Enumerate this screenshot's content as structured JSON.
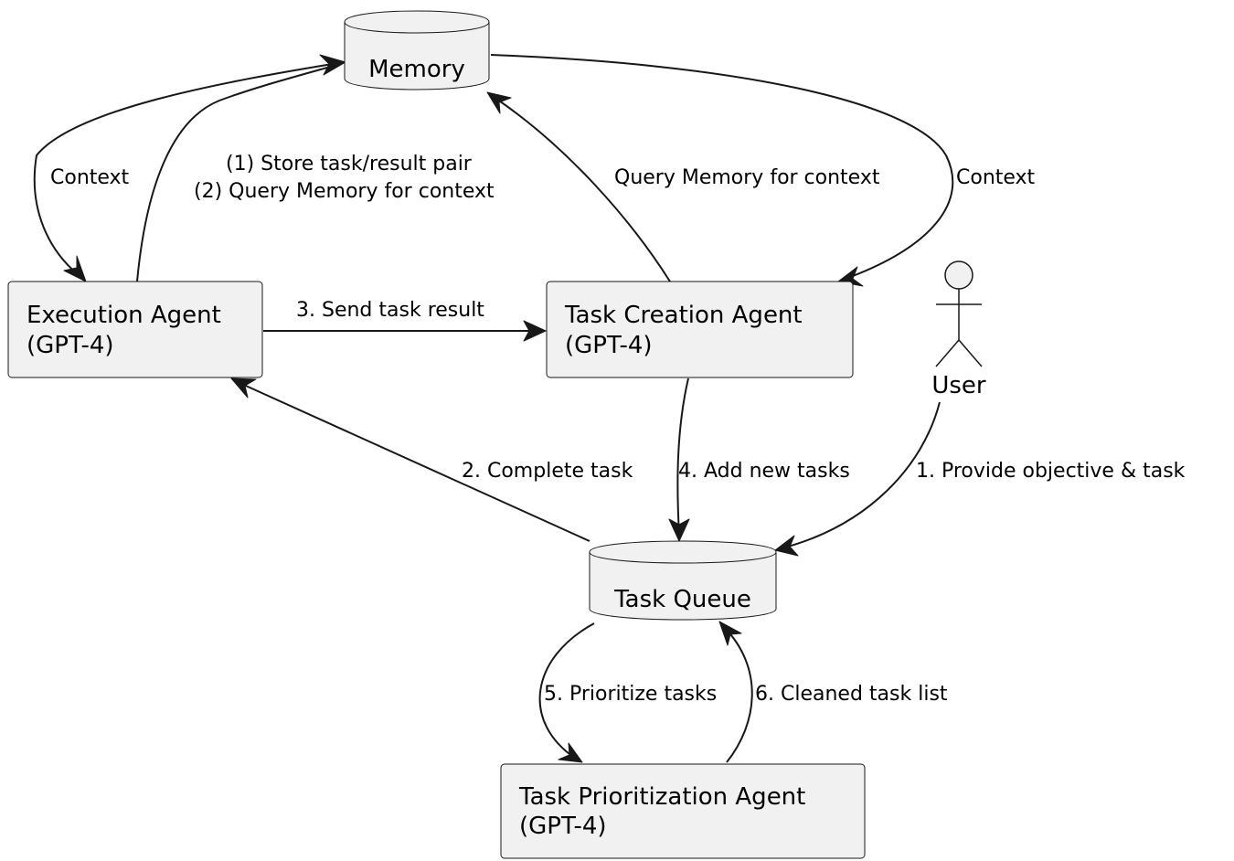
{
  "nodes": {
    "memory": {
      "label": "Memory"
    },
    "execution_agent": {
      "line1": "Execution Agent",
      "line2": "(GPT-4)"
    },
    "task_creation_agent": {
      "line1": "Task Creation Agent",
      "line2": "(GPT-4)"
    },
    "user": {
      "label": "User"
    },
    "task_queue": {
      "label": "Task Queue"
    },
    "task_prioritization_agent": {
      "line1": "Task Prioritization Agent",
      "line2": "(GPT-4)"
    }
  },
  "edges": {
    "memory_to_execution": {
      "label": "Context"
    },
    "execution_to_memory": {
      "line1": "(1) Store task/result pair",
      "line2": "(2) Query Memory for context"
    },
    "creation_to_memory": {
      "label": "Query Memory for context"
    },
    "memory_to_creation": {
      "label": "Context"
    },
    "execution_to_creation": {
      "label": "3. Send task result"
    },
    "queue_to_execution": {
      "label": "2. Complete task"
    },
    "creation_to_queue": {
      "label": "4. Add new tasks"
    },
    "user_to_queue": {
      "label": "1. Provide objective & task"
    },
    "queue_to_prioritization": {
      "label": "5. Prioritize tasks"
    },
    "prioritization_to_queue": {
      "label": "6. Cleaned task list"
    }
  }
}
